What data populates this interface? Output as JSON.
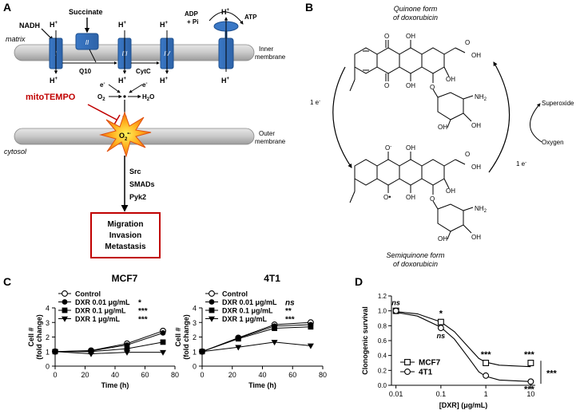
{
  "panel_a": {
    "letter": "A",
    "nadh": "NADH",
    "succinate": "Succinate",
    "adp": "ADP",
    "pi": "+ Pi",
    "atp": "ATP",
    "matrix": "matrix",
    "inner_membrane_1": "Inner",
    "inner_membrane_2": "membrane",
    "complexes": [
      "I",
      "II",
      "III",
      "IV"
    ],
    "h_plus": "H",
    "q10": "Q10",
    "cytc": "CytC",
    "e_minus": "e",
    "o2": "O",
    "h2o": "H",
    "mitotempo": "mitoTEMPO",
    "superoxide": "O",
    "cytosol": "cytosol",
    "outer_membrane_1": "Outer",
    "outer_membrane_2": "membrane",
    "signaling": [
      "Src",
      "SMADs",
      "Pyk2"
    ],
    "outcome": [
      "Migration",
      "Invasion",
      "Metastasis"
    ]
  },
  "panel_b": {
    "letter": "B",
    "top_caption_1": "Quinone form",
    "top_caption_2": "of doxorubicin",
    "bottom_caption_1": "Semiquinone form",
    "bottom_caption_2": "of doxorubicin",
    "one_e": "1 e",
    "superoxide": "Superoxide",
    "oxygen": "Oxygen",
    "oh": "OH",
    "nh2": "NH",
    "o": "O",
    "o_minus": "O"
  },
  "panel_c": {
    "letter": "C",
    "ylabel_1": "Cell #",
    "ylabel_2": "(fold change)",
    "xlabel": "Time (h)",
    "yticks": [
      "0",
      "1",
      "2",
      "3",
      "4"
    ],
    "xticks": [
      "0",
      "20",
      "40",
      "60",
      "80"
    ],
    "legend": [
      "Control",
      "DXR 0.01 μg/mL",
      "DXR 0.1 μg/mL",
      "DXR 1 μg/mL"
    ]
  },
  "panel_d": {
    "letter": "D",
    "ylabel": "Clonogenic survival",
    "xlabel": "[DXR] (μg/mL)",
    "yticks": [
      "0.0",
      "0.2",
      "0.4",
      "0.6",
      "0.8",
      "1.0",
      "1.2"
    ],
    "xticks": [
      "0.01",
      "0.1",
      "1",
      "10"
    ],
    "legend": [
      "MCF7",
      "4T1"
    ],
    "between_lines_sig": "***"
  },
  "chart_data": [
    {
      "type": "line",
      "title": "MCF7",
      "xlabel": "Time (h)",
      "ylabel": "Cell # (fold change)",
      "xlim": [
        0,
        80
      ],
      "ylim": [
        0,
        4
      ],
      "x": [
        0,
        24,
        48,
        72
      ],
      "series": [
        {
          "name": "Control",
          "marker": "open-circle",
          "values": [
            1.0,
            1.07,
            1.55,
            2.42
          ]
        },
        {
          "name": "DXR 0.01 μg/mL",
          "marker": "filled-circle",
          "sig": "*",
          "values": [
            1.0,
            1.05,
            1.45,
            2.28
          ]
        },
        {
          "name": "DXR 0.1 μg/mL",
          "marker": "filled-square",
          "sig": "***",
          "values": [
            1.0,
            1.0,
            1.2,
            1.65
          ]
        },
        {
          "name": "DXR 1 μg/mL",
          "marker": "filled-triangle-down",
          "sig": "***",
          "values": [
            1.0,
            0.85,
            0.95,
            0.95
          ]
        }
      ]
    },
    {
      "type": "line",
      "title": "4T1",
      "xlabel": "Time (h)",
      "ylabel": "Cell # (fold change)",
      "xlim": [
        0,
        80
      ],
      "ylim": [
        0,
        4
      ],
      "x": [
        0,
        24,
        48,
        72
      ],
      "series": [
        {
          "name": "Control",
          "marker": "open-circle",
          "values": [
            1.0,
            1.95,
            2.85,
            3.0
          ]
        },
        {
          "name": "DXR 0.01 μg/mL",
          "marker": "filled-circle",
          "sig": "ns",
          "values": [
            1.0,
            1.92,
            2.75,
            2.85
          ]
        },
        {
          "name": "DXR 0.1 μg/mL",
          "marker": "filled-square",
          "sig": "**",
          "values": [
            1.0,
            1.88,
            2.6,
            2.7
          ]
        },
        {
          "name": "DXR 1 μg/mL",
          "marker": "filled-triangle-down",
          "sig": "***",
          "values": [
            1.0,
            1.3,
            1.65,
            1.4
          ]
        }
      ]
    },
    {
      "type": "scatter",
      "xlabel": "[DXR] (μg/mL)",
      "ylabel": "Clonogenic survival",
      "xscale": "log",
      "xlim": [
        0.01,
        10
      ],
      "ylim": [
        0,
        1.2
      ],
      "series": [
        {
          "name": "MCF7",
          "marker": "open-square",
          "x": [
            0.01,
            0.1,
            1,
            10
          ],
          "y": [
            1.0,
            0.85,
            0.3,
            0.3
          ],
          "fit": [
            [
              0.01,
              0.99
            ],
            [
              0.03,
              0.96
            ],
            [
              0.1,
              0.85
            ],
            [
              0.2,
              0.72
            ],
            [
              0.4,
              0.52
            ],
            [
              0.7,
              0.36
            ],
            [
              1,
              0.31
            ],
            [
              2,
              0.27
            ],
            [
              10,
              0.25
            ]
          ],
          "sig": [
            "ns",
            "*",
            "***",
            "***"
          ]
        },
        {
          "name": "4T1",
          "marker": "open-circle",
          "x": [
            0.01,
            0.1,
            1,
            10
          ],
          "y": [
            1.0,
            0.77,
            0.13,
            0.05
          ],
          "fit": [
            [
              0.01,
              0.98
            ],
            [
              0.03,
              0.93
            ],
            [
              0.1,
              0.78
            ],
            [
              0.2,
              0.62
            ],
            [
              0.4,
              0.38
            ],
            [
              0.7,
              0.18
            ],
            [
              1,
              0.12
            ],
            [
              2,
              0.07
            ],
            [
              10,
              0.05
            ]
          ],
          "sig": [
            "",
            "ns",
            "",
            "***"
          ]
        }
      ]
    }
  ]
}
